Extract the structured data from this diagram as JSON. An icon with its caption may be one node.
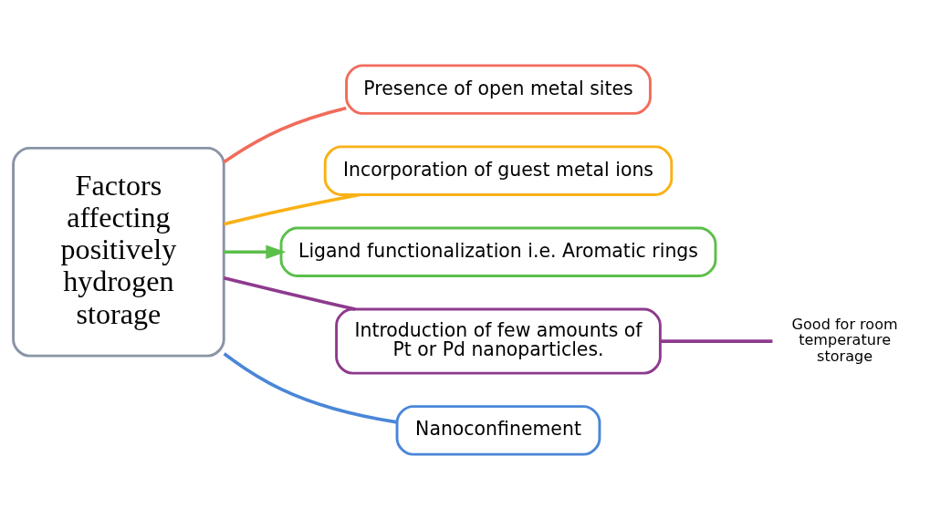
{
  "diagram": {
    "nodes": [
      {
        "text": [
          "Factors affecting positively hydrogen storage"
        ]
      },
      {
        "text": [
          "Presence of open metal sites"
        ]
      },
      {
        "text": [
          "Incorporation of guest metal ions"
        ]
      },
      {
        "text": [
          "Ligand functionalization i.e. Aromatic rings"
        ]
      },
      {
        "text": [
          "Introduction of few amounts of Pt or Pd nanoparticles."
        ]
      },
      {
        "text": [
          "Nanoconfinement"
        ]
      },
      {
        "text": [
          "Good for room temperature storage"
        ]
      }
    ],
    "edges": [
      {
        "from": 0,
        "to": 1,
        "arrow": "none",
        "color": "#f26b5b"
      },
      {
        "from": 0,
        "to": 2,
        "arrow": "none",
        "color": "#f9b115"
      },
      {
        "from": 0,
        "to": 3,
        "arrow": "to",
        "color": "#5cbf4a"
      },
      {
        "from": 0,
        "to": 4,
        "arrow": "none",
        "color": "#8e3a8e"
      },
      {
        "from": 0,
        "to": 5,
        "arrow": "none",
        "color": "#4a86d8"
      },
      {
        "from": 4,
        "to": 6,
        "arrow": "none",
        "color": "#8e3a8e"
      }
    ]
  }
}
